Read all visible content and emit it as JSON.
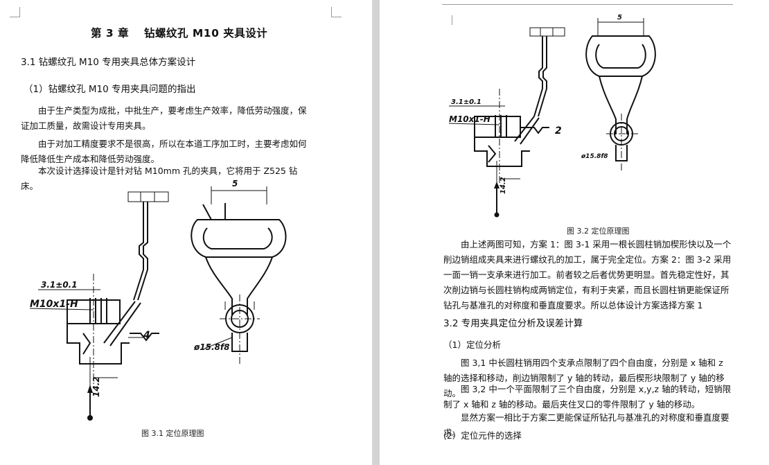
{
  "left": {
    "chapter_title": "第 3 章　 钻螺纹孔 M10 夹具设计",
    "section_title": "3.1 钻螺纹孔 M10 专用夹具总体方案设计",
    "subsection_title": "（1）钻螺纹孔 M10 专用夹具问题的指出",
    "paragraphs": [
      "由于生产类型为成批，中批生产，要考虑生产效率，降低劳动强度，保证加工质量，故需设计专用夹具。",
      "由于对加工精度要求不是很高，所以在本道工序加工时，主要考虑如何降低降低生产成本和降低劳动强度。",
      "本次设计选择设计是针对钻 M10mm 孔的夹具，它将用于 Z525 钻床。"
    ],
    "figure": {
      "labels": [
        "3.1±0.1",
        "M10x1-H",
        "4",
        "14.2",
        "5",
        "ø15.8f8"
      ],
      "caption": "图 3.1 定位原理图"
    }
  },
  "right": {
    "figure": {
      "labels": [
        "3.1±0.1",
        "M10x1-H",
        "2",
        "14.2",
        "5",
        "ø15.8f8"
      ],
      "caption": "图 3.2 定位原理图"
    },
    "para_1": "由上述两图可知，方案 1：图 3-1 采用一根长圆柱销加楔形快以及一个削边销组成夹具来进行螺纹孔的加工，属于完全定位。方案 2：图 3-2 采用一面一销一支承来进行加工。前者较之后者优势更明显。首先稳定性好，其次削边销与长圆柱销构成两销定位，有利于夹紧，而且长圆柱销更能保证所钻孔与基准孔的对称度和垂直度要求。所以总体设计方案选择方案 1",
    "section_title": "3.2 专用夹具定位分析及误差计算",
    "sub_1": "（1）定位分析",
    "para_2": "图 3,1 中长圆柱销用四个支承点限制了四个自由度，分别是 x 轴和 z 轴的选择和移动，削边销限制了 y 轴的转动，最后楔形块限制了 y 轴的移动。",
    "para_3": "图 3,2 中一个平面限制了三个自由度，分别是 x,y,z 轴的转动，短销限制了 x 轴和 z 轴的移动。最后夹住叉口的零件限制了 y 轴的移动。",
    "para_4": "显然方案一相比于方案二更能保证所钻孔与基准孔的对称度和垂直度要求。",
    "sub_2": "(2）定位元件的选择"
  }
}
